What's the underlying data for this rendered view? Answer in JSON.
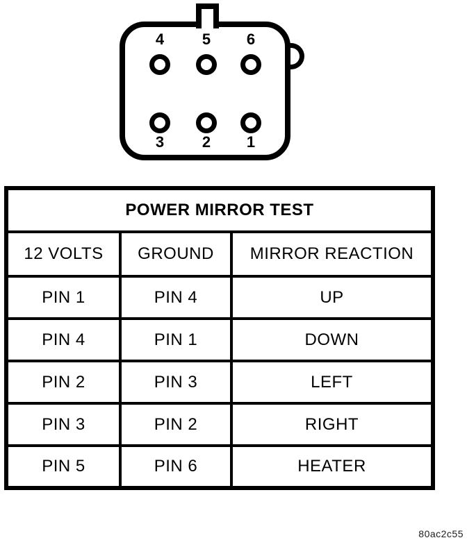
{
  "connector": {
    "pins_top": [
      "4",
      "5",
      "6"
    ],
    "pins_bottom": [
      "3",
      "2",
      "1"
    ]
  },
  "table": {
    "title": "POWER MIRROR TEST",
    "columns": [
      "12 VOLTS",
      "GROUND",
      "MIRROR REACTION"
    ],
    "rows": [
      [
        "PIN 1",
        "PIN 4",
        "UP"
      ],
      [
        "PIN 4",
        "PIN 1",
        "DOWN"
      ],
      [
        "PIN 2",
        "PIN 3",
        "LEFT"
      ],
      [
        "PIN 3",
        "PIN 2",
        "RIGHT"
      ],
      [
        "PIN 5",
        "PIN 6",
        "HEATER"
      ]
    ]
  },
  "figure_code": "80ac2c55"
}
